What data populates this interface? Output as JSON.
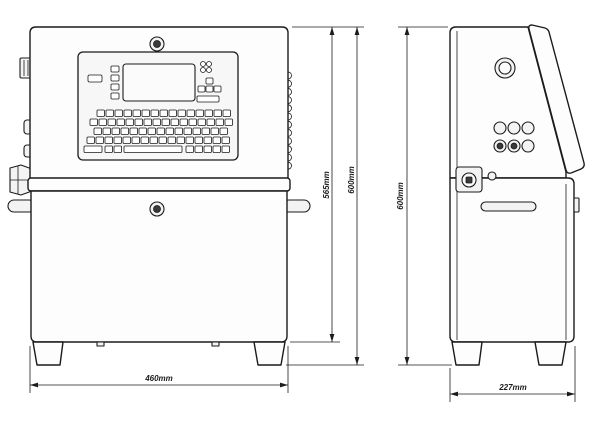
{
  "front_view": {
    "width_label": "460mm",
    "body_height_label": "565mm",
    "overall_height_label": "600mm"
  },
  "side_view": {
    "overall_height_label": "600mm",
    "depth_label": "227mm"
  },
  "colors": {
    "line": "#1b1b1b",
    "background": "#ffffff"
  }
}
